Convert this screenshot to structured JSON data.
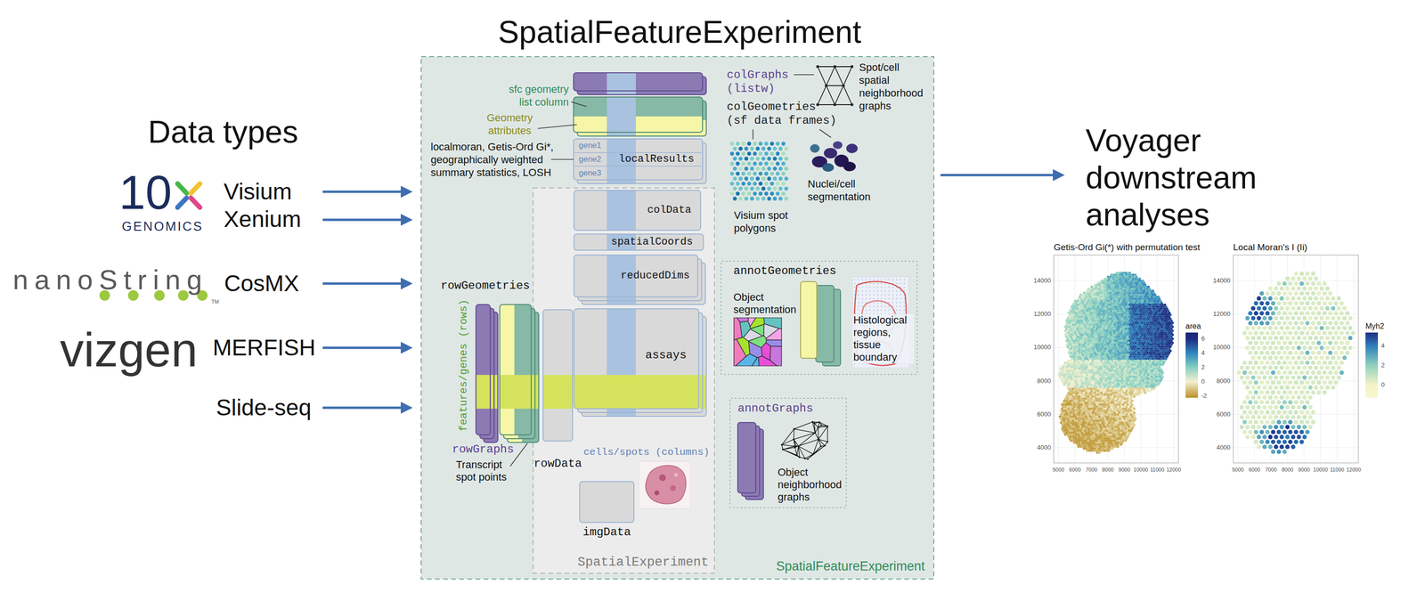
{
  "diagram": {
    "title": "SpatialFeatureExperiment",
    "nodes": [
      {
        "text": [
          "SpatialFeatureExperiment"
        ]
      },
      {
        "text": [
          "colGraphs (listw)"
        ],
        "in": 0
      },
      {
        "text": [
          "colGeometries (sf data frames)"
        ],
        "in": 0
      },
      {
        "text": [
          "gene1",
          "gene2",
          "gene3",
          "localResults"
        ],
        "in": 0
      },
      {
        "text": [
          "SpatialExperiment"
        ],
        "in": 0
      },
      {
        "text": [
          "colData"
        ],
        "in": 4
      },
      {
        "text": [
          "spatialCoords"
        ],
        "in": 4
      },
      {
        "text": [
          "reducedDims"
        ],
        "in": 4
      },
      {
        "text": [
          "assays"
        ],
        "in": 4
      },
      {
        "text": [
          "rowData"
        ],
        "in": 4
      },
      {
        "text": [
          "imgData"
        ],
        "in": 4
      },
      {
        "text": [
          "rowGeometries"
        ],
        "in": 0
      },
      {
        "text": [
          "rowGraphs"
        ],
        "in": 0
      },
      {
        "text": [
          "annotGeometries"
        ],
        "in": 0
      },
      {
        "text": [
          "annotGraphs"
        ],
        "in": 0
      },
      {
        "text": [
          "Getis-Ord Gi(*) with permutation test"
        ]
      },
      {
        "text": [
          "Local Moran's I (Ii)"
        ]
      }
    ],
    "labels": [
      "Data types",
      "10",
      "GENOMICS",
      "Visium",
      "Xenium",
      "nanoString",
      "TM",
      "CosMX",
      "vizgen",
      "MERFISH",
      "Slide-seq",
      "sfc geometry list column",
      "Geometry attributes",
      "Spot/cell spatial neighborhood graphs",
      "localmoran, Getis-Ord Gi*, geographically weighted summary statistics, LOSH",
      "Visium spot polygons",
      "Nuclei/cell segmentation",
      "features/genes (rows)",
      "Transcript spot points",
      "cells/spots (columns)",
      "Object segmentation",
      "Histological regions, tissue boundary",
      "Object neighborhood graphs",
      "Voyager downstream analyses",
      "14000",
      "12000",
      "10000",
      "8000",
      "6000",
      "4000",
      "5000",
      "6000",
      "7000",
      "8000",
      "9000",
      "10000",
      "11000",
      "12000",
      "area",
      "6",
      "4",
      "2",
      "0",
      "-2",
      "14000",
      "12000",
      "10000",
      "8000",
      "6000",
      "4000",
      "5000",
      "6000",
      "7000",
      "8000",
      "9000",
      "10000",
      "11000",
      "12000",
      "Myh2",
      "4",
      "2",
      "0"
    ]
  }
}
